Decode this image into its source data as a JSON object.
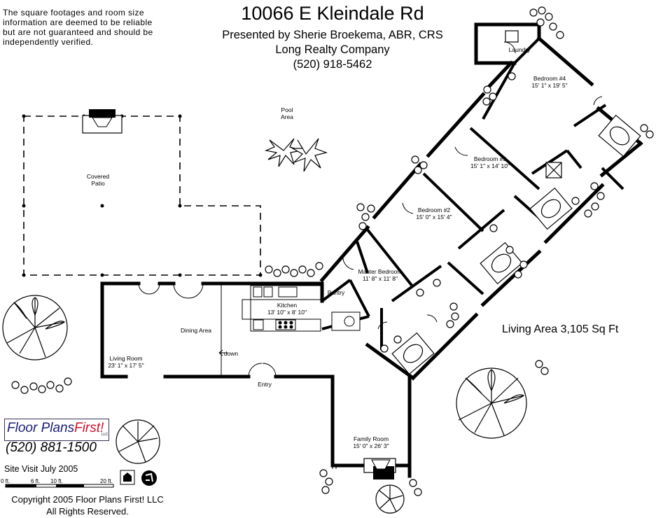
{
  "header": {
    "disclaimer": "The square footages and room size information are deemed to be reliable but are not guaranteed and should be independently verified.",
    "address": "10066 E Kleindale Rd",
    "presented_by": "Presented by Sherie Broekema, ABR, CRS",
    "company": "Long Realty Company",
    "phone": "(520) 918-5462"
  },
  "rooms": [
    {
      "name": "Laundry",
      "size": ""
    },
    {
      "name": "Bedroom #4",
      "size": "15' 1\" x 19' 5\""
    },
    {
      "name": "Bedroom #3",
      "size": "15' 1\" x 14' 10\""
    },
    {
      "name": "Bedroom #2",
      "size": "15' 0\" x 15' 4\""
    },
    {
      "name": "Master Bedroom",
      "size": "11' 8\" x 11' 8\""
    },
    {
      "name": "Pantry",
      "size": ""
    },
    {
      "name": "Kitchen",
      "size": "13' 10\" x 8' 10\""
    },
    {
      "name": "Dining Area",
      "size": ""
    },
    {
      "name": "Living Room",
      "size": "23' 1\" x 17' 5\""
    },
    {
      "name": "Entry",
      "size": ""
    },
    {
      "name": "Family Room",
      "size": "15' 0\" x 26' 3\""
    }
  ],
  "outdoor": {
    "pool_line1": "Pool",
    "pool_line2": "Area",
    "patio_line1": "Covered",
    "patio_line2": "Patio",
    "down": "down"
  },
  "living_area": "Living Area 3,105 Sq Ft",
  "footer": {
    "brand_main": "Floor Plans",
    "brand_accent": "First!",
    "brand_llc": "LLC",
    "brand_phone": "(520) 881-1500",
    "site_visit": "Site Visit July 2005",
    "scale": [
      "0 ft.",
      "6 ft.",
      "10 ft.",
      "20 ft."
    ],
    "copyright_line1": "Copyright 2005 Floor Plans First! LLC",
    "copyright_line2": "All Rights Reserved."
  },
  "colors": {
    "wall": "#000000",
    "background": "#ffffff",
    "brand_blue": "#1a1e6e",
    "brand_red": "#c8102e"
  }
}
